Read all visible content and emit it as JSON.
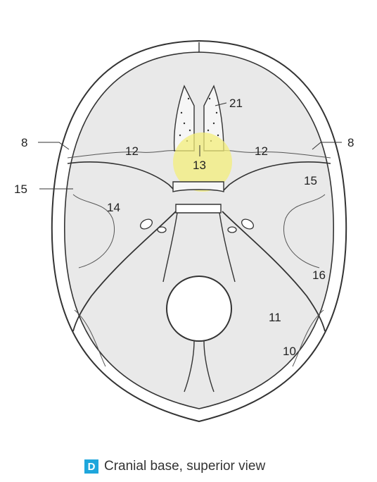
{
  "figure": {
    "labels": {
      "l21": "21",
      "l8_left": "8",
      "l8_right": "8",
      "l12_left": "12",
      "l12_right": "12",
      "l13": "13",
      "l15_left": "15",
      "l15_right": "15",
      "l14": "14",
      "l16": "16",
      "l11": "11",
      "l10": "10"
    },
    "highlight_color": "#f3ee7a",
    "bone_fill": "#e9e9e9",
    "line_color": "#333333"
  },
  "caption": {
    "badge": "D",
    "text": "Cranial base, superior view",
    "badge_color": "#1ea6dc"
  }
}
